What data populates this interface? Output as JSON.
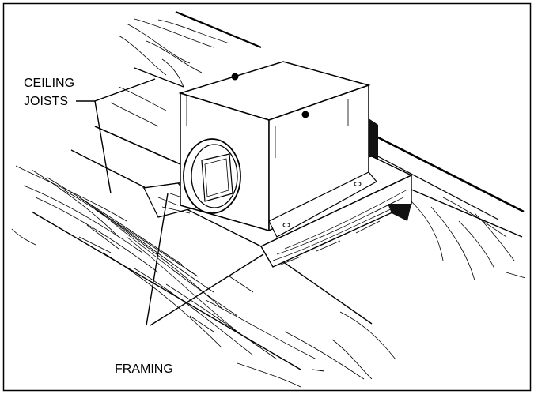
{
  "labels": {
    "ceiling_joists_line1": "CEILING",
    "ceiling_joists_line2": "JOISTS",
    "framing": "FRAMING"
  },
  "colors": {
    "ink": "#000000",
    "background": "#ffffff",
    "shadow": "#111111"
  }
}
